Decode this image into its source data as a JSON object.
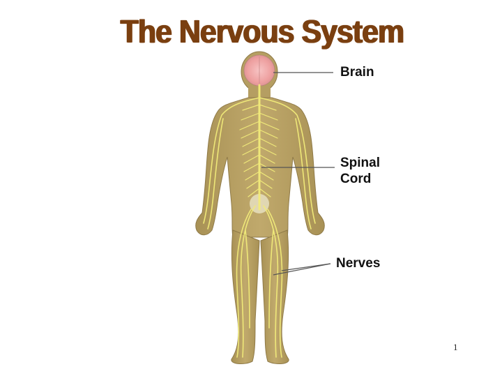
{
  "slide": {
    "title": "The Nervous System",
    "page_number": "1"
  },
  "labels": {
    "brain": "Brain",
    "spinal_line1": "Spinal",
    "spinal_line2": "Cord",
    "nerves": "Nerves"
  },
  "colors": {
    "title": "#7a3f10",
    "skin": "#b8a163",
    "skin_shadow": "#9c8650",
    "nerve": "#f2ec7a",
    "brain": "#f2b8b8",
    "leader_line": "#555555"
  }
}
